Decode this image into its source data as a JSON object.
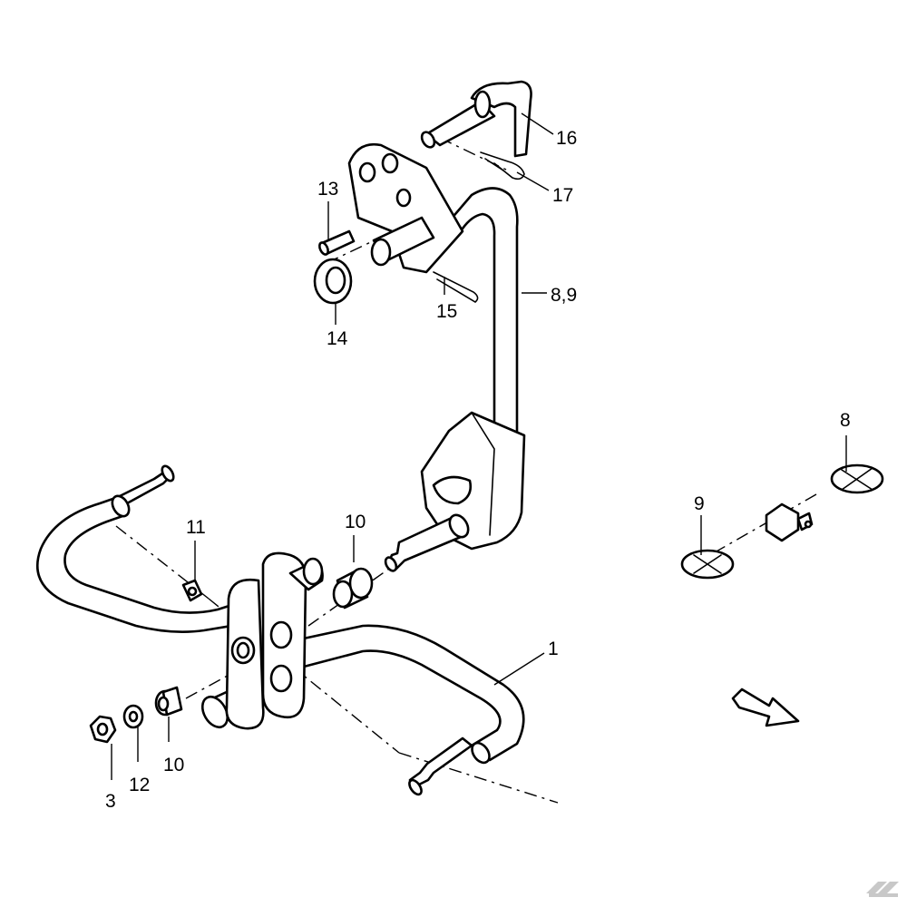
{
  "callouts": {
    "p1": "1",
    "p3": "3",
    "p8": "8",
    "p8_9": "8,9",
    "p9": "9",
    "p10_upper": "10",
    "p10_lower": "10",
    "p11": "11",
    "p12": "12",
    "p13": "13",
    "p14": "14",
    "p15": "15",
    "p16": "16",
    "p17": "17"
  },
  "icons": {
    "direction": "arrow-down-right-icon",
    "logo": "brand-logo-icon"
  },
  "colors": {
    "line": "#000000",
    "background": "#ffffff",
    "logo": "#c8c8c8"
  }
}
